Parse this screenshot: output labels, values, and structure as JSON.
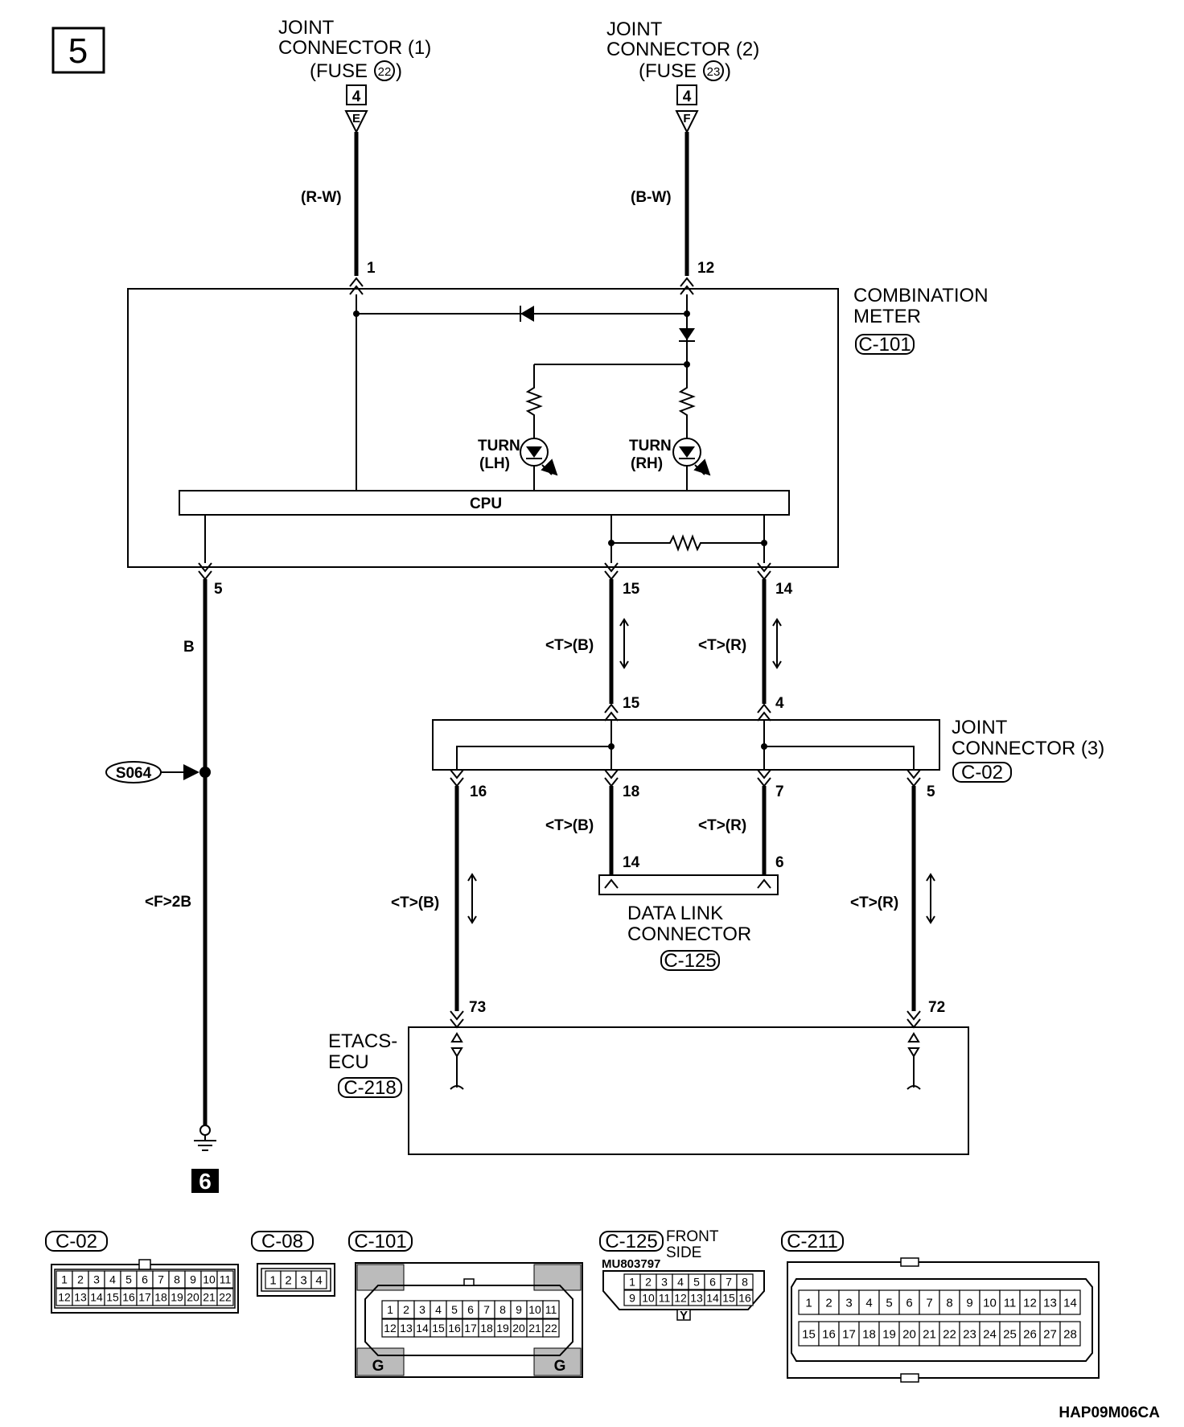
{
  "page_number": "5",
  "figure_code": "HAP09M06CA",
  "jc1": {
    "line1": "JOINT",
    "line2": "CONNECTOR (1)",
    "fuse_prefix": "(FUSE",
    "fuse_num": "22",
    "fuse_suffix": ")",
    "ref": "4",
    "arrow": "E"
  },
  "jc2": {
    "line1": "JOINT",
    "line2": "CONNECTOR (2)",
    "fuse_prefix": "(FUSE",
    "fuse_num": "23",
    "fuse_suffix": ")",
    "ref": "4",
    "arrow": "F"
  },
  "wires": {
    "rw": "(R-W)",
    "bw": "(B-W)",
    "b": "B",
    "f2b": "<F>2B",
    "tb1": "<T>(B)",
    "tr1": "<T>(R)",
    "tb2": "<T>(B)",
    "tr2": "<T>(R)",
    "tb3": "<T>(B)",
    "tr3": "<T>(R)"
  },
  "pins": {
    "m1": "1",
    "m12": "12",
    "m5": "5",
    "m15": "15",
    "m14": "14",
    "j15": "15",
    "j4": "4",
    "j16": "16",
    "j18": "18",
    "j7": "7",
    "j5": "5",
    "d14": "14",
    "d6": "6",
    "e73": "73",
    "e72": "72"
  },
  "meter": {
    "line1": "COMBINATION",
    "line2": "METER",
    "code": "C-101",
    "cpu": "CPU",
    "turn_lh_1": "TURN",
    "turn_lh_2": "(LH)",
    "turn_rh_1": "TURN",
    "turn_rh_2": "(RH)"
  },
  "jc3": {
    "line1": "JOINT",
    "line2": "CONNECTOR (3)",
    "code": "C-02"
  },
  "dlc": {
    "line1": "DATA LINK",
    "line2": "CONNECTOR",
    "code": "C-125"
  },
  "etacs": {
    "line1": "ETACS-",
    "line2": "ECU",
    "code": "C-218"
  },
  "splice": "S064",
  "ground_ref": "6",
  "connectors": {
    "c02": {
      "code": "C-02",
      "row1": [
        "1",
        "2",
        "3",
        "4",
        "5",
        "6",
        "7",
        "8",
        "9",
        "10",
        "11"
      ],
      "row2": [
        "12",
        "13",
        "14",
        "15",
        "16",
        "17",
        "18",
        "19",
        "20",
        "21",
        "22"
      ]
    },
    "c08": {
      "code": "C-08",
      "row1": [
        "1",
        "2",
        "3",
        "4"
      ]
    },
    "c101": {
      "code": "C-101",
      "row1": [
        "1",
        "2",
        "3",
        "4",
        "5",
        "6",
        "7",
        "8",
        "9",
        "10",
        "11"
      ],
      "row2": [
        "12",
        "13",
        "14",
        "15",
        "16",
        "17",
        "18",
        "19",
        "20",
        "21",
        "22"
      ],
      "g": "G"
    },
    "c125": {
      "code": "C-125",
      "note1": "FRONT",
      "note2": "SIDE",
      "part": "MU803797",
      "row1": [
        "1",
        "2",
        "3",
        "4",
        "5",
        "6",
        "7",
        "8"
      ],
      "row2": [
        "9",
        "10",
        "11",
        "12",
        "13",
        "14",
        "15",
        "16"
      ],
      "y": "Y"
    },
    "c211": {
      "code": "C-211",
      "row1": [
        "1",
        "2",
        "3",
        "4",
        "5",
        "6",
        "7",
        "8",
        "9",
        "10",
        "11",
        "12",
        "13",
        "14"
      ],
      "row2": [
        "15",
        "16",
        "17",
        "18",
        "19",
        "20",
        "21",
        "22",
        "23",
        "24",
        "25",
        "26",
        "27",
        "28"
      ]
    }
  }
}
